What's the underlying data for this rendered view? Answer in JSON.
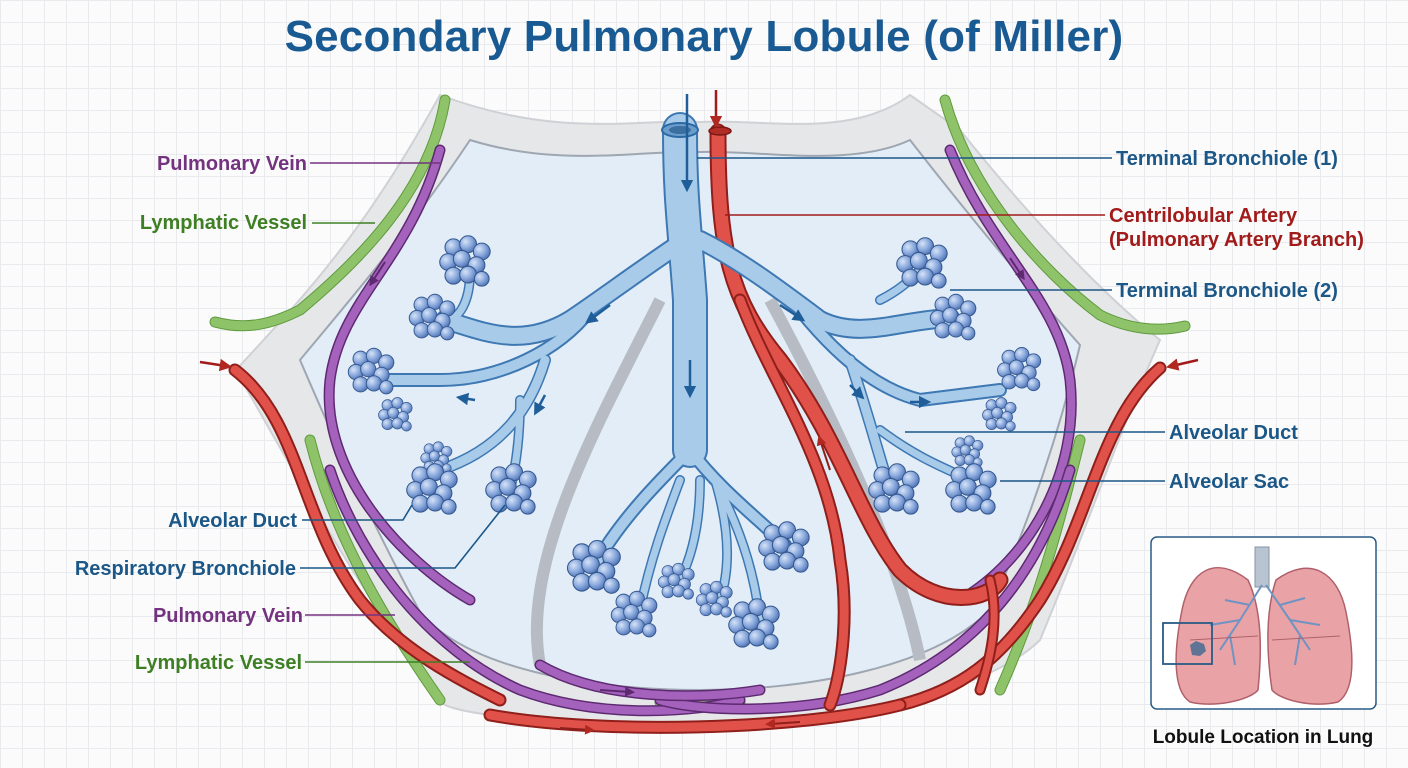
{
  "title": "Secondary Pulmonary Lobule (of Miller)",
  "labels": {
    "pulmonary_vein_top": "Pulmonary Vein",
    "lymphatic_vessel_top": "Lymphatic Vessel",
    "alveolar_duct_left": "Alveolar Duct",
    "respiratory_bronchiole": "Respiratory Bronchiole",
    "pulmonary_vein_bottom": "Pulmonary Vein",
    "lymphatic_vessel_bottom": "Lymphatic Vessel",
    "terminal_bronchiole_1": "Terminal Bronchiole (1)",
    "centrilobular_artery_1": "Centrilobular Artery",
    "centrilobular_artery_2": "(Pulmonary Artery Branch)",
    "terminal_bronchiole_2": "Terminal Bronchiole (2)",
    "alveolar_duct_right": "Alveolar Duct",
    "alveolar_sac": "Alveolar Sac"
  },
  "inset": {
    "caption": "Lobule Location in Lung"
  },
  "colors": {
    "title": "#1a5a92",
    "airway": "#a9cbea",
    "artery": "#d9433b",
    "vein": "#9a55b0",
    "lymphatic": "#8fc36a",
    "alveoli": "#7d9fd8"
  }
}
